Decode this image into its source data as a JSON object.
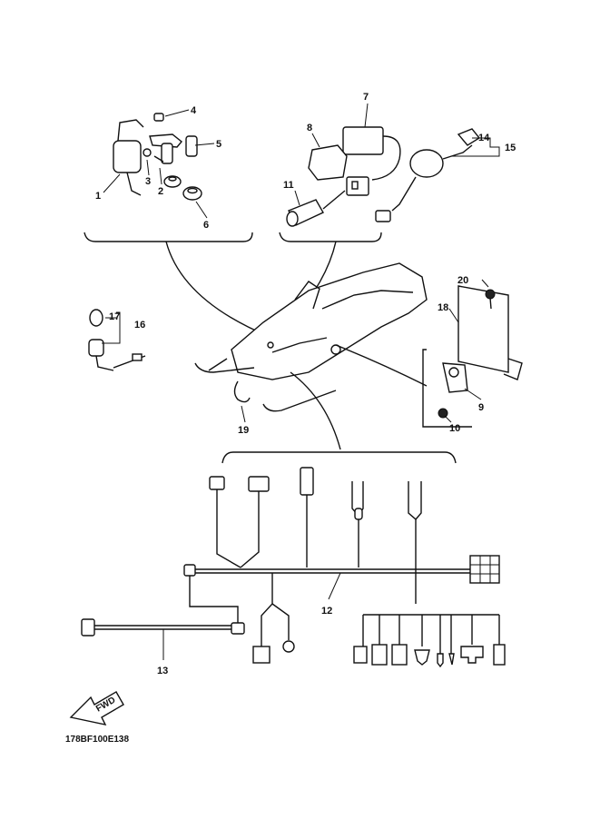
{
  "diagram": {
    "callouts": [
      {
        "id": "c1",
        "text": "1"
      },
      {
        "id": "c2",
        "text": "2"
      },
      {
        "id": "c3",
        "text": "3"
      },
      {
        "id": "c4",
        "text": "4"
      },
      {
        "id": "c5",
        "text": "5"
      },
      {
        "id": "c6",
        "text": "6"
      },
      {
        "id": "c7",
        "text": "7"
      },
      {
        "id": "c8",
        "text": "8"
      },
      {
        "id": "c9",
        "text": "9"
      },
      {
        "id": "c10",
        "text": "10"
      },
      {
        "id": "c11",
        "text": "11"
      },
      {
        "id": "c12",
        "text": "12"
      },
      {
        "id": "c13",
        "text": "13"
      },
      {
        "id": "c14",
        "text": "14"
      },
      {
        "id": "c15",
        "text": "15"
      },
      {
        "id": "c16",
        "text": "16"
      },
      {
        "id": "c17",
        "text": "17"
      },
      {
        "id": "c18",
        "text": "18"
      },
      {
        "id": "c19",
        "text": "19"
      },
      {
        "id": "c20",
        "text": "20"
      }
    ],
    "fwd_label": "FWD",
    "drawing_code": "178BF100E138"
  }
}
